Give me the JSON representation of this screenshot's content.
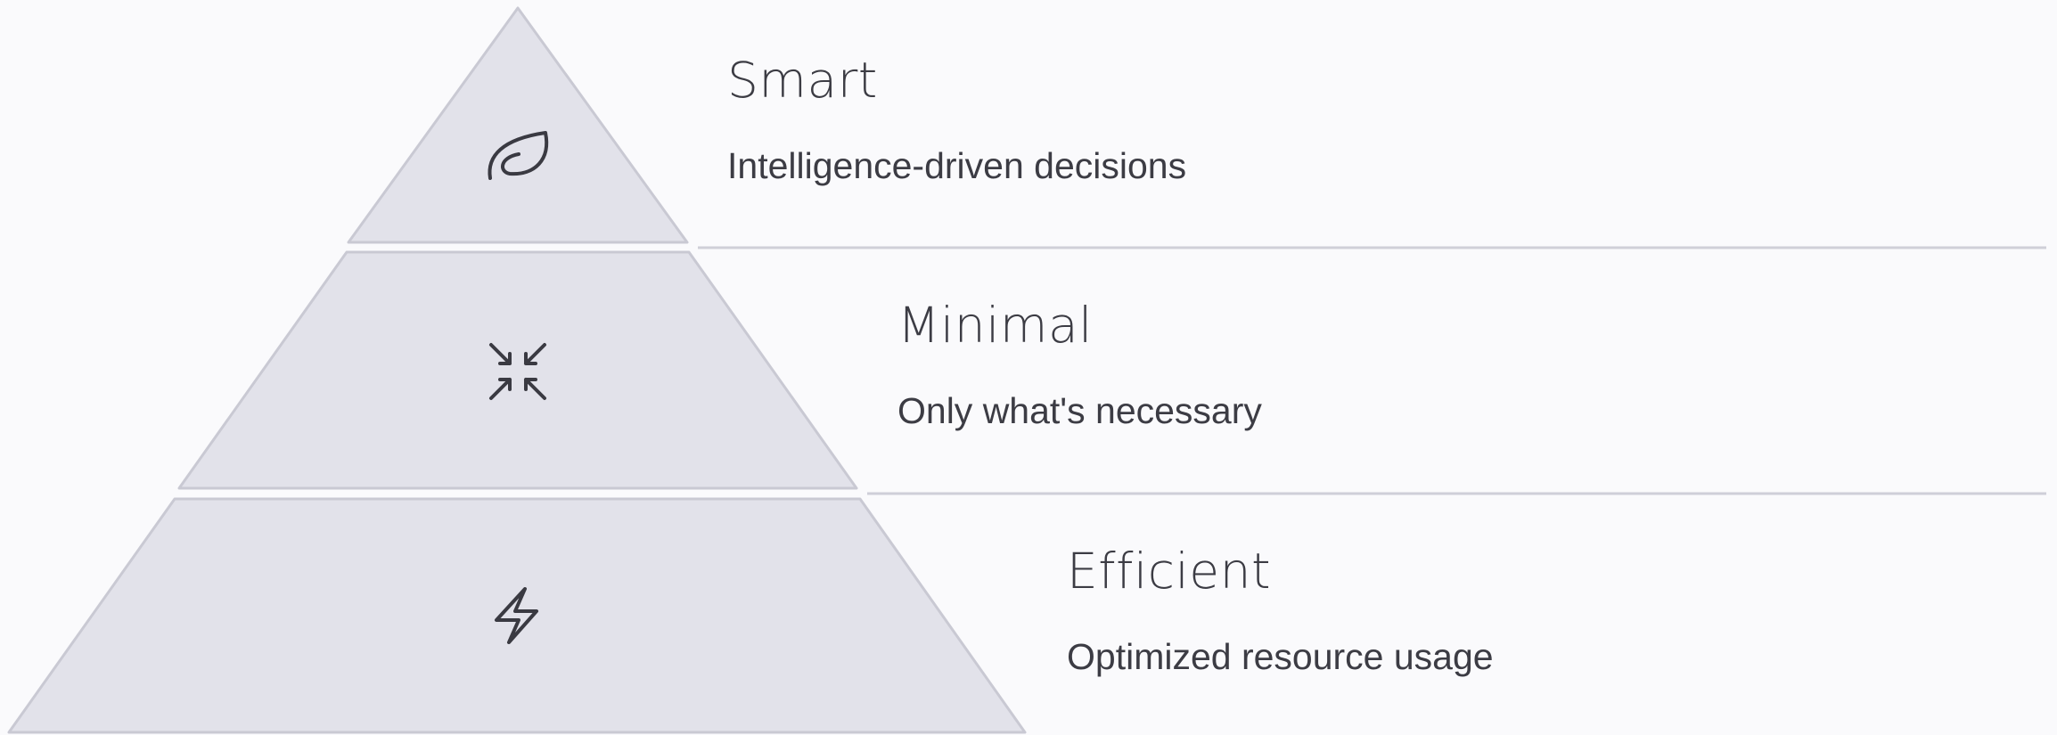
{
  "levels": [
    {
      "title": "Smart",
      "subtitle": "Intelligence-driven decisions",
      "icon": "leaf-icon"
    },
    {
      "title": "Minimal",
      "subtitle": "Only what's necessary",
      "icon": "minimize-arrows-icon"
    },
    {
      "title": "Efficient",
      "subtitle": "Optimized resource usage",
      "icon": "lightning-bolt-icon"
    }
  ],
  "colors": {
    "background": "#fafafc",
    "tier_fill": "#e2e2ea",
    "tier_stroke": "#c9c9d3",
    "text": "#3c3c44"
  }
}
